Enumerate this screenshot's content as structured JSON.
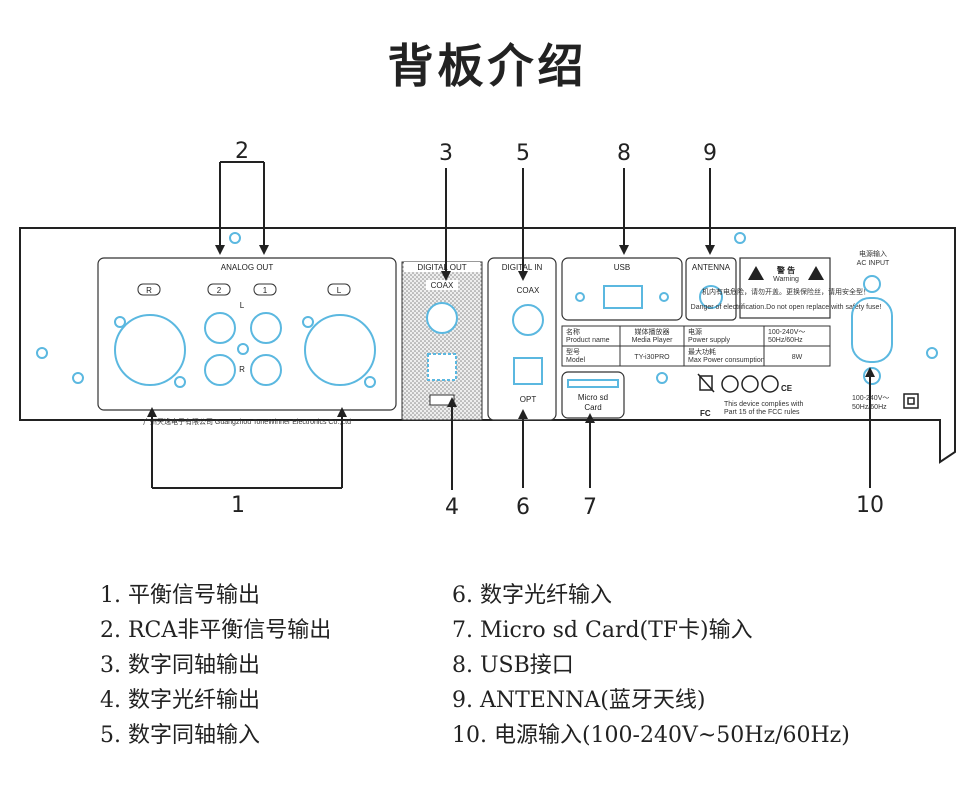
{
  "title": "背板介绍",
  "callouts": [
    "1",
    "2",
    "3",
    "4",
    "5",
    "6",
    "7",
    "8",
    "9",
    "10"
  ],
  "panel": {
    "analog_out": "ANALOG OUT",
    "analog_labels": [
      "R",
      "2",
      "1",
      "L"
    ],
    "l_mark": "L",
    "r_mark": "R",
    "company": "广州天逸电子有限公司 Guangzhou ToneWinner Electronics Co.,Ltd",
    "digital_out": "DIGITAL OUT",
    "digital_in": "DIGITAL IN",
    "coax": "COAX",
    "opt": "OPT",
    "usb": "USB",
    "antenna": "ANTENNA",
    "warning_title": "警 告",
    "warning_sub": "Warning",
    "warning_cn": "机内有电危险，请勿开盖。更换保险丝，请用安全型！",
    "warning_en": "Danger of electrification.Do not open replace with safety fuse!",
    "microsd_line1": "Micro sd",
    "microsd_line2": "Card",
    "info": {
      "product_name_cn": "名称",
      "product_name_en": "Product name",
      "product_value_cn": "媒体播放器",
      "product_value_en": "Media Player",
      "power_supply_cn": "电源",
      "power_supply_en": "Power supply",
      "power_value": "100-240V～",
      "power_freq": "50Hz/60Hz",
      "model_cn": "型号",
      "model_en": "Model",
      "model_value": "TY-i30PRO",
      "max_power_cn": "最大功耗",
      "max_power_en": "Max Power consumption",
      "max_power_value": "8W"
    },
    "ce": "CE",
    "fcc": "FC",
    "fcc_text1": "This device complies with",
    "fcc_text2": "Part 15 of the FCC rules",
    "ac_input_cn": "电源输入",
    "ac_input_en": "AC INPUT",
    "ac_rating1": "100-240V～",
    "ac_rating2": "50Hz/60Hz"
  },
  "legend_left": [
    "1. 平衡信号输出",
    "2. RCA非平衡信号输出",
    "3. 数字同轴输出",
    "4. 数字光纤输出",
    "5. 数字同轴输入"
  ],
  "legend_right": [
    "6. 数字光纤输入",
    "7. Micro sd Card(TF卡)输入",
    "8. USB接口",
    "9. ANTENNA(蓝牙天线)",
    "10. 电源输入(100-240V~50Hz/60Hz)"
  ],
  "colors": {
    "port_blue": "#5bb8e0",
    "line": "#222222"
  }
}
